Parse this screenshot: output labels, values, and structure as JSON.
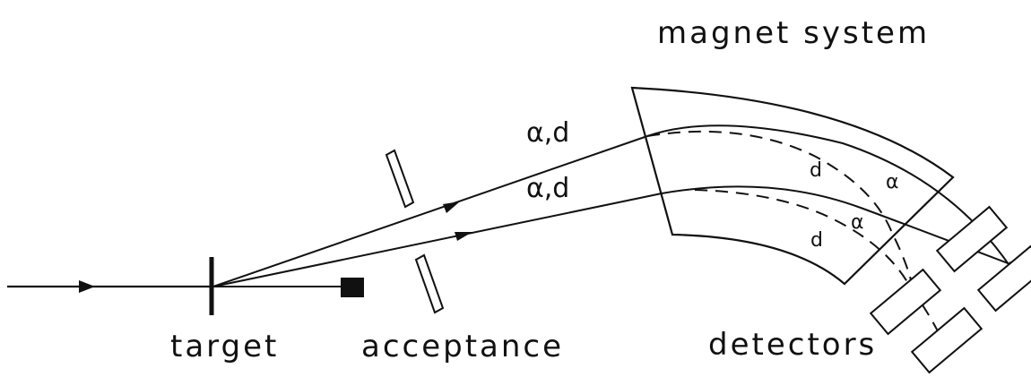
{
  "labels": {
    "magnet_system": "magnet system",
    "target": "target",
    "acceptance": "acceptance",
    "detectors": "detectors",
    "upper_beam": "α,d",
    "lower_beam": "α,d",
    "path_d_upper": "d",
    "path_alpha_upper": "α",
    "path_alpha_lower": "α",
    "path_d_lower": "d"
  },
  "colors": {
    "line": "#111111",
    "background": "#ffffff"
  }
}
